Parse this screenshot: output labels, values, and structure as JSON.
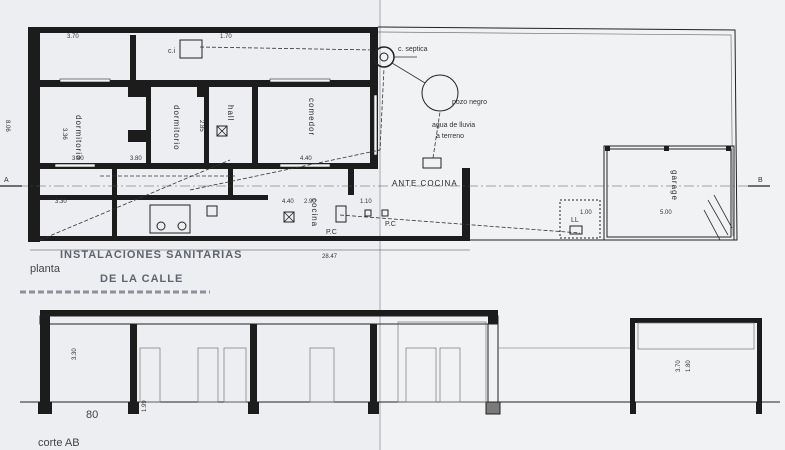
{
  "plan": {
    "rooms": {
      "dormitorio1": "dormitorio",
      "dormitorio2": "dormitorio",
      "hall": "hall",
      "comedor": "comedor",
      "cocina": "cocina",
      "antecocina": "ANTE COCINA",
      "garage": "garage"
    },
    "labels": {
      "camara_septica": "c. septica",
      "pozo_negro": "pozo negro",
      "agua_lluvia": "agua de lluvia",
      "a_terreno": "a terreno",
      "ci": "c.i",
      "pc1": "P.C",
      "pc2": "P.C",
      "ll": "LL",
      "section_a": "A",
      "section_b": "B"
    },
    "dims": {
      "d370": "3.70",
      "d380a": "3.80",
      "d380b": "3.80",
      "d330": "3.30",
      "d336": "3.36",
      "d285": "2.85",
      "d440a": "4.40",
      "d440b": "4.40",
      "d110": "1.10",
      "d100": "1.00",
      "d500": "5.00",
      "d2847": "28.47",
      "d806": "8.06",
      "d290": "2.90",
      "d170": "1.70"
    }
  },
  "stamp": {
    "line1": "INSTALACIONES SANITARIAS",
    "line2": "planta",
    "line3": "DE LA CALLE"
  },
  "section": {
    "title": "corte AB",
    "h_a": "3.30",
    "h_b": "3.70",
    "h_c": "1.80",
    "h_d": "1.99",
    "floor_mark": "80"
  }
}
